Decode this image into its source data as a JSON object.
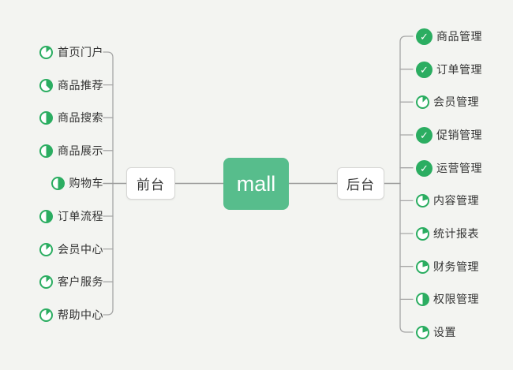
{
  "theme": {
    "background": "#f3f4f1",
    "root_green": "#57bd8c",
    "icon_green": "#2bad61",
    "line_gray": "#a6a6a6",
    "text_dark": "#333333",
    "check_glyph": "✓"
  },
  "root": {
    "label": "mall"
  },
  "branches": {
    "front": {
      "label": "前台",
      "items": [
        {
          "label": "首页门户",
          "progress": 0.125
        },
        {
          "label": "商品推荐",
          "progress": 0.375
        },
        {
          "label": "商品搜索",
          "progress": 0.5
        },
        {
          "label": "商品展示",
          "progress": 0.5
        },
        {
          "label": "购物车",
          "progress": 0.5
        },
        {
          "label": "订单流程",
          "progress": 0.5
        },
        {
          "label": "会员中心",
          "progress": 0.125
        },
        {
          "label": "客户服务",
          "progress": 0.125
        },
        {
          "label": "帮助中心",
          "progress": 0.125
        }
      ]
    },
    "back": {
      "label": "后台",
      "items": [
        {
          "label": "商品管理",
          "progress": "done"
        },
        {
          "label": "订单管理",
          "progress": "done"
        },
        {
          "label": "会员管理",
          "progress": 0.125
        },
        {
          "label": "促销管理",
          "progress": "done"
        },
        {
          "label": "运营管理",
          "progress": "done"
        },
        {
          "label": "内容管理",
          "progress": 0.2
        },
        {
          "label": "统计报表",
          "progress": 0.2
        },
        {
          "label": "财务管理",
          "progress": 0.2
        },
        {
          "label": "权限管理",
          "progress": 0.5
        },
        {
          "label": "设置",
          "progress": 0.2
        }
      ]
    }
  }
}
